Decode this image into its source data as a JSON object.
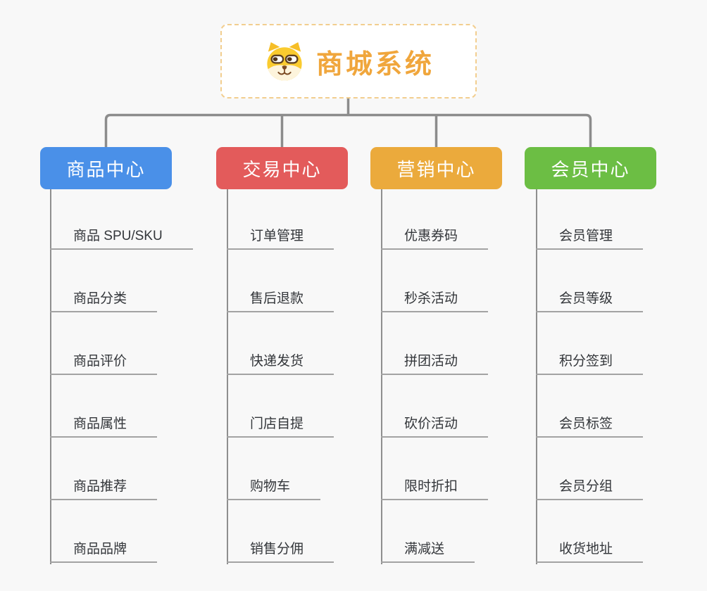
{
  "page": {
    "background": "#F8F8F8"
  },
  "lines": {
    "connector_color": "#8C8C8C",
    "branch_line_color": "#8F8F8F",
    "underline_color": "#A3A3A3"
  },
  "root": {
    "title": "商城系统",
    "icon": "dog-mascot-icon",
    "text_color": "#F0A63C",
    "border_color": "#F2CE8F"
  },
  "branches": [
    {
      "label": "商品中心",
      "color": "#4A90E8",
      "items": [
        "商品 SPU/SKU",
        "商品分类",
        "商品评价",
        "商品属性",
        "商品推荐",
        "商品品牌"
      ]
    },
    {
      "label": "交易中心",
      "color": "#E35B5B",
      "items": [
        "订单管理",
        "售后退款",
        "快递发货",
        "门店自提",
        "购物车",
        "销售分佣"
      ]
    },
    {
      "label": "营销中心",
      "color": "#EBAA3C",
      "items": [
        "优惠券码",
        "秒杀活动",
        "拼团活动",
        "砍价活动",
        "限时折扣",
        "满减送"
      ]
    },
    {
      "label": "会员中心",
      "color": "#6CBE44",
      "items": [
        "会员管理",
        "会员等级",
        "积分签到",
        "会员标签",
        "会员分组",
        "收货地址"
      ]
    }
  ]
}
